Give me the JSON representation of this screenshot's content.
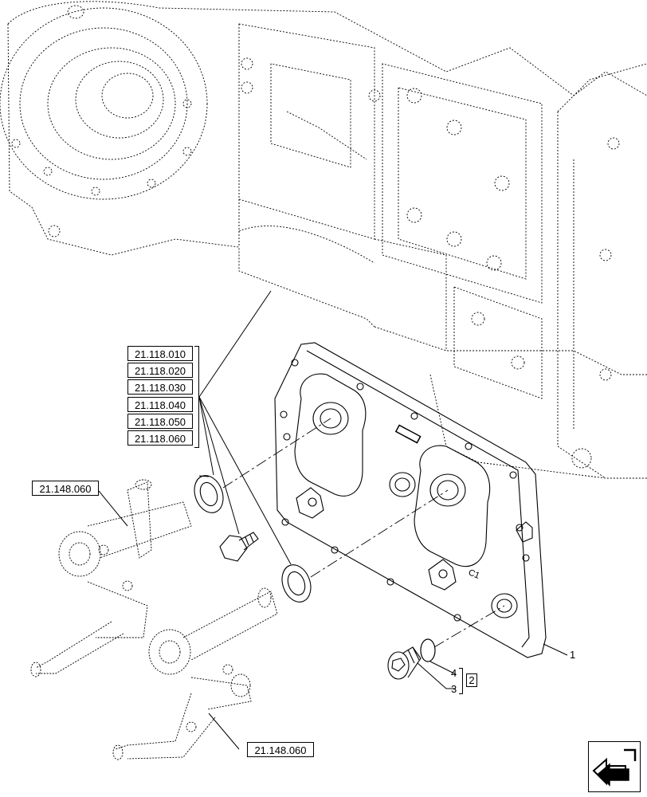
{
  "references": {
    "group": [
      "21.118.010",
      "21.118.020",
      "21.118.030",
      "21.118.040",
      "21.118.050",
      "21.118.060"
    ],
    "upper_left": "21.148.060",
    "lower": "21.148.060"
  },
  "callouts": {
    "item1": "1",
    "item2": "2",
    "item3": "3",
    "item4": "4",
    "plate_marking": "C1"
  },
  "nav": {
    "icon": "previous-arrow-icon"
  },
  "colors": {
    "line": "#000000",
    "background": "#ffffff"
  }
}
